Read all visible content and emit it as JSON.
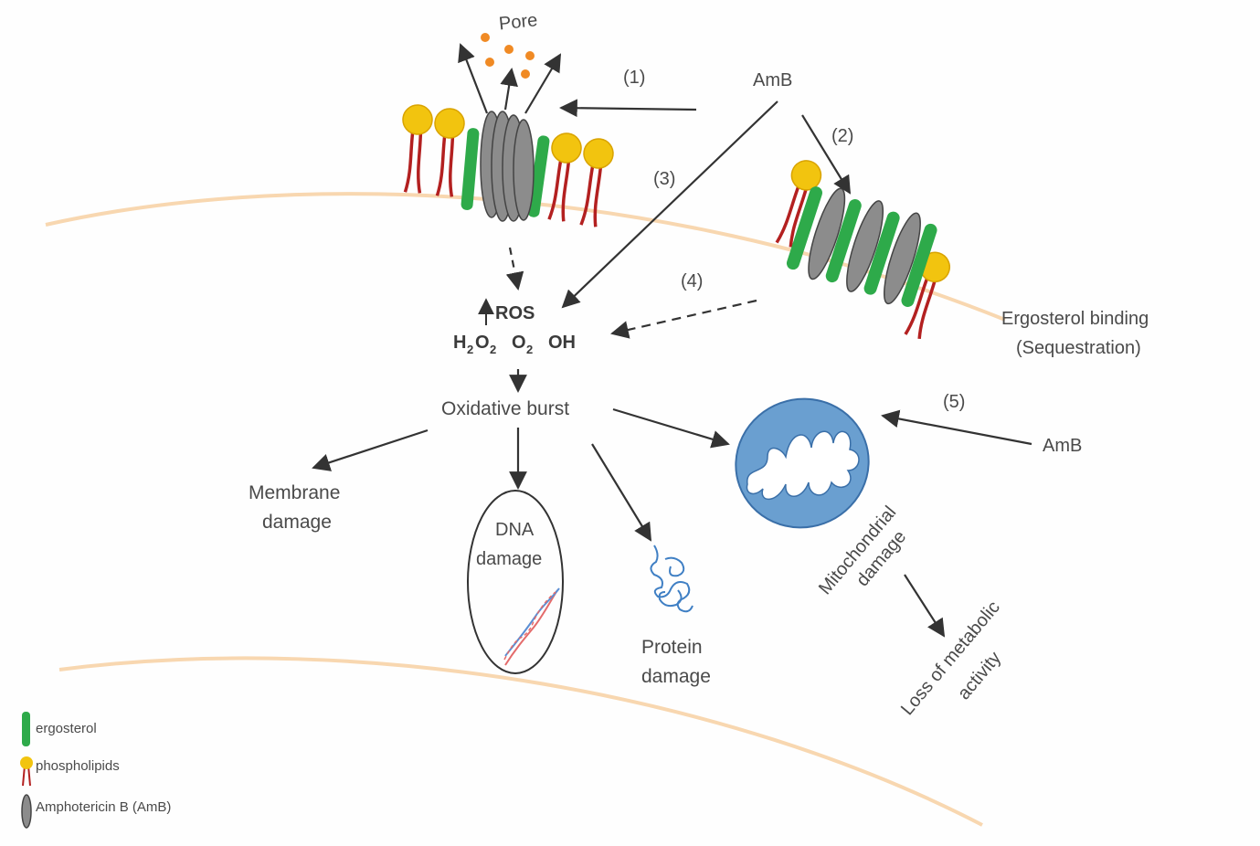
{
  "labels": {
    "pore": "Pore",
    "amb_top": "AmB",
    "step1": "(1)",
    "step2": "(2)",
    "step3": "(3)",
    "step4": "(4)",
    "step5": "(5)",
    "ergosterol_binding_line1": "Ergosterol binding",
    "ergosterol_binding_line2": "(Sequestration)",
    "ros": "ROS",
    "h2o2_h": "H",
    "h2o2_sub1": "2",
    "h2o2_o": "O",
    "h2o2_sub2": "2",
    "o2_o": "O",
    "o2_sub": "2",
    "oh": "OH",
    "oxidative_burst": "Oxidative burst",
    "amb_right": "AmB",
    "membrane_damage_line1": "Membrane",
    "membrane_damage_line2": "damage",
    "dna_damage_line1": "DNA",
    "dna_damage_line2": "damage",
    "protein_damage_line1": "Protein",
    "protein_damage_line2": "damage",
    "mito_damage_line1": "Mitochondrial",
    "mito_damage_line2": "damage",
    "loss_line1": "Loss of metabolic",
    "loss_line2": "activity"
  },
  "legend": {
    "ergosterol": "ergosterol",
    "phospholipids": "phospholipids",
    "amb": "Amphotericin B (AmB)"
  },
  "colors": {
    "membrane": "#f8d7b0",
    "ergosterol": "#2eaa4a",
    "phospholipid_head": "#f2c40f",
    "phospholipid_tail": "#b32020",
    "amb": "#8c8c8c",
    "pore_dots": "#f08a24",
    "mitochondrion": "#6a9fd0",
    "arrow": "#333333"
  }
}
